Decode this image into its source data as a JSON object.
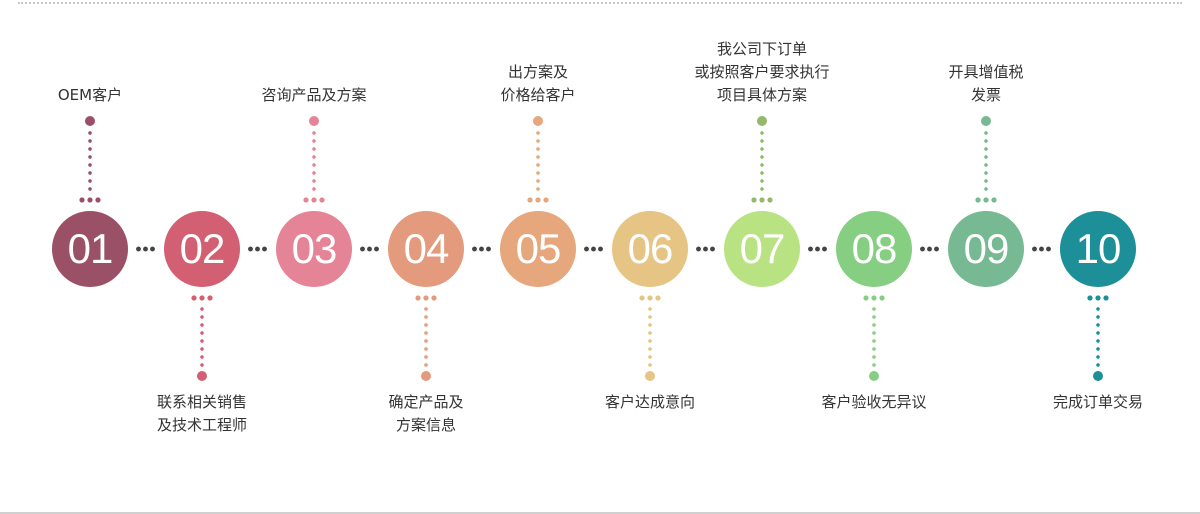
{
  "steps": [
    {
      "num": "01",
      "color": "#9a5168",
      "position": "top",
      "label": [
        "OEM客户"
      ]
    },
    {
      "num": "02",
      "color": "#d36072",
      "position": "bottom",
      "label": [
        "联系相关销售",
        "及技术工程师"
      ]
    },
    {
      "num": "03",
      "color": "#e58497",
      "position": "top",
      "label": [
        "咨询产品及方案"
      ]
    },
    {
      "num": "04",
      "color": "#e49a7c",
      "position": "bottom",
      "label": [
        "确定产品及",
        "方案信息"
      ]
    },
    {
      "num": "05",
      "color": "#e6a77d",
      "position": "top",
      "label": [
        "出方案及",
        "价格给客户"
      ]
    },
    {
      "num": "06",
      "color": "#e6c484",
      "position": "bottom",
      "label": [
        "客户达成意向"
      ]
    },
    {
      "num": "07",
      "color": "#b9e283",
      "position": "top",
      "label": [
        "我公司下订单",
        "或按照客户要求执行",
        "项目具体方案"
      ]
    },
    {
      "num": "08",
      "color": "#86cf82",
      "position": "bottom",
      "label": [
        "客户验收无异议"
      ]
    },
    {
      "num": "09",
      "color": "#76b992",
      "position": "top",
      "label": [
        "开具增值税",
        "发票"
      ]
    },
    {
      "num": "10",
      "color": "#1d8f98",
      "position": "bottom",
      "label": [
        "完成订单交易"
      ]
    }
  ],
  "dim_colors": {
    "01": "#9a5168",
    "02": "#d36072",
    "03": "#e58497",
    "04": "#e49a7c",
    "05": "#e6a77d",
    "06": "#e6c484",
    "07": "#95b86a",
    "08": "#86cf82",
    "09": "#76b992",
    "10": "#1d8f98"
  }
}
